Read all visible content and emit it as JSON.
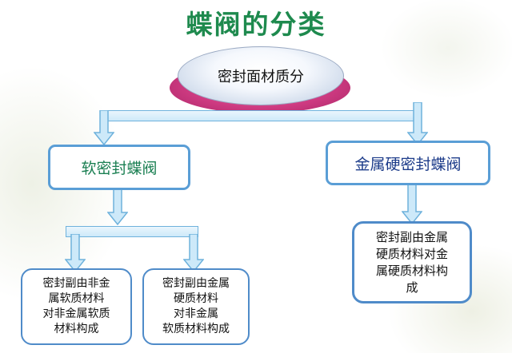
{
  "title": "蝶阀的分类",
  "root": {
    "label": "密封面材质分"
  },
  "categories": {
    "soft": {
      "label": "软密封蝶阀"
    },
    "hard": {
      "label": "金属硬密封蝶阀"
    }
  },
  "leaves": {
    "soft_nonmetal": [
      "密封副由非金",
      "属软质材料",
      "对非金属软质",
      "材料构成"
    ],
    "soft_metal": [
      "密封副由金属",
      "硬质材料",
      "对非金属",
      "软质材料构成"
    ],
    "hard_metal": [
      "密封副由金属",
      "硬质材料对金",
      "属硬质材料构",
      "成"
    ]
  },
  "colors": {
    "title": "#1e8a4e",
    "box_border": "#5a9ed6",
    "connector_fill": "#cde9f9",
    "connector_stroke": "#6fb2dc",
    "disc": "#cf3b82"
  }
}
